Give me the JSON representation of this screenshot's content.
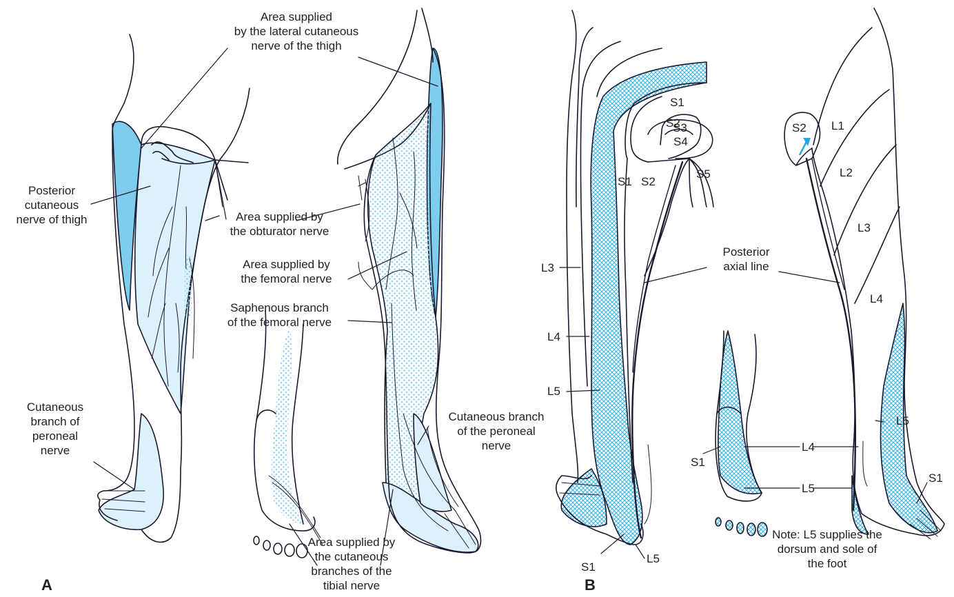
{
  "panel_a": {
    "letter": "A",
    "labels": {
      "lateral_cutaneous": "Area supplied\nby the lateral cutaneous\nnerve of the thigh",
      "posterior_cutaneous": "Posterior\ncutaneous\nnerve of thigh",
      "obturator": "Area supplied by\nthe obturator nerve",
      "femoral": "Area supplied by\nthe femoral nerve",
      "saphenous": "Saphenous branch\nof the femoral nerve",
      "peroneal_back": "Cutaneous\nbranch of\nperoneal\nnerve",
      "peroneal_front": "Cutaneous branch\nof the peroneal\nnerve",
      "tibial": "Area supplied by\nthe cutaneous\nbranches of the\ntibial nerve"
    }
  },
  "panel_b": {
    "letter": "B",
    "segments": {
      "s1_top": "S1",
      "s2_top": "S2",
      "s3": "S3",
      "s4": "S4",
      "s5": "S5",
      "s1_mid": "S1",
      "s2_mid": "S2",
      "l3_left": "L3",
      "l4_left": "L4",
      "l5_left": "L5",
      "s1_bottom": "S1",
      "l5_bottom": "L5",
      "s2_right": "S2",
      "l1": "L1",
      "l2": "L2",
      "l3_right": "L3",
      "l4_right": "L4",
      "l5_right": "L5",
      "s1_right": "S1",
      "s1_foot": "S1",
      "l4_foot": "L4",
      "l5_foot": "L5"
    },
    "posterior_axial": "Posterior\naxial line",
    "note": "Note: L5 supplies the\ndorsum and sole of\nthe foot"
  },
  "colors": {
    "outline": "#1a1a2e",
    "dark_blue_fill": "#7fcdee",
    "light_blue_fill": "#ddf1fb",
    "dot_color": "#8fd3f0",
    "arrow": "#29a8e0"
  }
}
